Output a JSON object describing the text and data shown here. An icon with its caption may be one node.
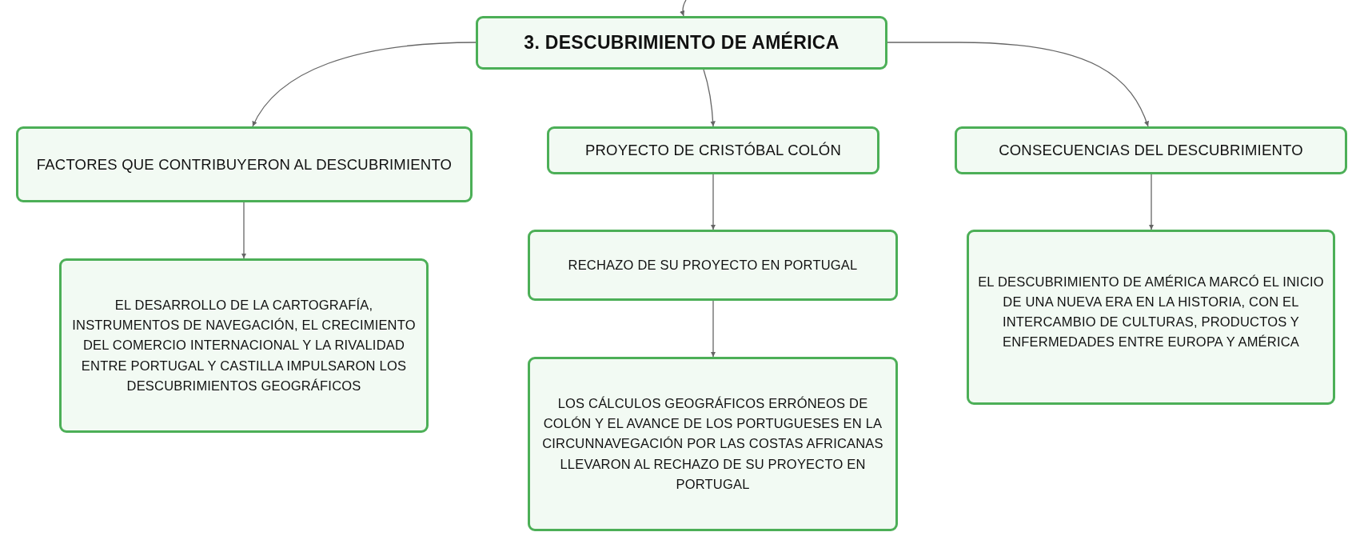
{
  "diagram": {
    "nodes": [
      {
        "text": [
          "3. DESCUBRIMIENTO DE AMÉRICA"
        ]
      },
      {
        "text": [
          "FACTORES QUE CONTRIBUYERON AL DESCUBRIMIENTO"
        ]
      },
      {
        "text": [
          "PROYECTO DE CRISTÓBAL COLÓN"
        ]
      },
      {
        "text": [
          "CONSECUENCIAS DEL DESCUBRIMIENTO"
        ]
      },
      {
        "text": [
          "EL DESARROLLO DE LA CARTOGRAFÍA, INSTRUMENTOS DE NAVEGACIÓN, EL CRECIMIENTO DEL COMERCIO INTERNACIONAL Y LA RIVALIDAD ENTRE PORTUGAL Y CASTILLA IMPULSARON LOS DESCUBRIMIENTOS GEOGRÁFICOS"
        ]
      },
      {
        "text": [
          "RECHAZO DE SU PROYECTO EN PORTUGAL"
        ]
      },
      {
        "text": [
          "LOS CÁLCULOS GEOGRÁFICOS ERRÓNEOS DE COLÓN Y EL AVANCE DE LOS PORTUGUESES EN LA CIRCUNNAVEGACIÓN POR LAS COSTAS AFRICANAS LLEVARON AL RECHAZO DE SU PROYECTO EN PORTUGAL"
        ]
      },
      {
        "text": [
          "EL DESCUBRIMIENTO DE AMÉRICA MARCÓ EL INICIO DE UNA NUEVA ERA EN LA HISTORIA, CON EL INTERCAMBIO DE CULTURAS, PRODUCTOS Y ENFERMEDADES ENTRE EUROPA Y AMÉRICA"
        ]
      }
    ],
    "edges": [
      {
        "from": null,
        "to": 0,
        "arrow": "to"
      },
      {
        "from": 0,
        "to": 1,
        "arrow": "to"
      },
      {
        "from": 0,
        "to": 2,
        "arrow": "to"
      },
      {
        "from": 0,
        "to": 3,
        "arrow": "to"
      },
      {
        "from": 1,
        "to": 4,
        "arrow": "to"
      },
      {
        "from": 2,
        "to": 5,
        "arrow": "to"
      },
      {
        "from": 5,
        "to": 6,
        "arrow": "to"
      },
      {
        "from": 3,
        "to": 7,
        "arrow": "to"
      }
    ]
  }
}
